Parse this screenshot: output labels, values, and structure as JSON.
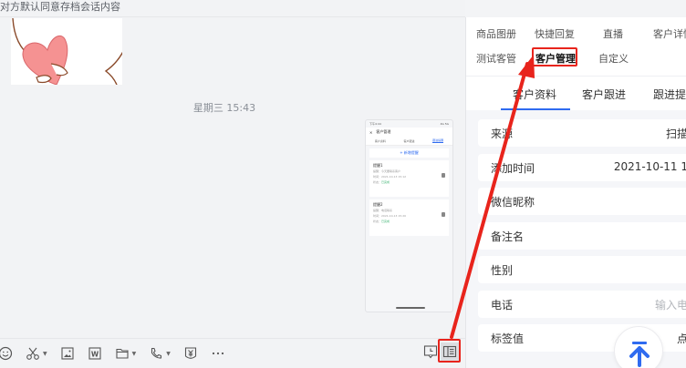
{
  "chat": {
    "notice": "对方默认同意存档会话内容",
    "timestamp": "星期三 15:43",
    "sticker_icon": "heart-sticker-icon",
    "phone_screenshot": {
      "status_left": "下午4:44",
      "status_right": "4G 5G",
      "title": "客户管理",
      "tabs": [
        "客户资料",
        "客户跟进",
        "跟进提醒"
      ],
      "active_tab": "跟进提醒",
      "add_button": "+ 新增提醒",
      "cards": [
        {
          "title": "提醒1",
          "line1": "提醒：今天要联系客户",
          "line2": "时间：2021-10-13 15:12",
          "status_label": "状态：",
          "status": "已完成"
        },
        {
          "title": "提醒2",
          "line1": "提醒：电话联系",
          "line2": "时间：2021-10-13 15:20",
          "status_label": "状态：",
          "status": "已完成"
        }
      ]
    },
    "toolbar": {
      "tools": [
        {
          "name": "emoji-icon",
          "glyph": "☺",
          "has_caret": false
        },
        {
          "name": "scissors-icon",
          "glyph": "✂",
          "has_caret": true
        },
        {
          "name": "image-icon",
          "glyph": "▣",
          "has_caret": false
        },
        {
          "name": "word-doc-icon",
          "glyph": "W",
          "has_caret": false
        },
        {
          "name": "folder-icon",
          "glyph": "🗀",
          "has_caret": true
        },
        {
          "name": "phone-icon",
          "glyph": "✆",
          "has_caret": true
        },
        {
          "name": "red-packet-icon",
          "glyph": "¥",
          "has_caret": false
        },
        {
          "name": "more-icon",
          "glyph": "···",
          "has_caret": false
        }
      ],
      "right_tools": [
        {
          "name": "chat-history-icon",
          "glyph": "⌚"
        },
        {
          "name": "sidebar-panel-icon",
          "glyph": "▤"
        }
      ]
    }
  },
  "panel": {
    "apps_row1": [
      "商品图册",
      "快捷回复",
      "直播",
      "客户详情"
    ],
    "apps_row2": [
      "测试客管",
      "客户管理",
      "自定义"
    ],
    "active_app": "客户管理",
    "sub_tabs": [
      "客户资料",
      "客户跟进",
      "跟进提醒"
    ],
    "active_sub_tab": "客户资料",
    "fields": [
      {
        "label": "来源",
        "value": "扫描",
        "placeholder": false
      },
      {
        "label": "添加时间",
        "value": "2021-10-11 1",
        "placeholder": false
      },
      {
        "label": "微信昵称",
        "value": "",
        "placeholder": false
      },
      {
        "label": "备注名",
        "value": "",
        "placeholder": false
      },
      {
        "label": "性别",
        "value": "",
        "placeholder": false
      },
      {
        "label": "电话",
        "value": "输入电",
        "placeholder": true
      },
      {
        "label": "标签值",
        "value": "点",
        "placeholder": false
      }
    ],
    "back_to_top_icon": "arrow-up-to-top-icon"
  },
  "colors": {
    "accent": "#2f6bf0",
    "highlight_red": "#e8241c",
    "success_green": "#3cb371"
  }
}
